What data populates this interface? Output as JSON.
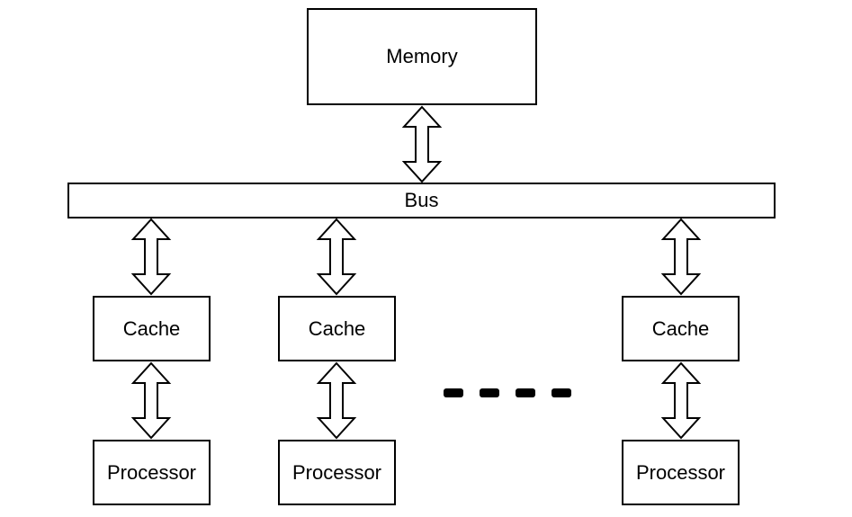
{
  "diagram": {
    "memory": {
      "label": "Memory"
    },
    "bus": {
      "label": "Bus"
    },
    "nodes": [
      {
        "cache_label": "Cache",
        "processor_label": "Processor"
      },
      {
        "cache_label": "Cache",
        "processor_label": "Processor"
      },
      {
        "cache_label": "Cache",
        "processor_label": "Processor"
      }
    ],
    "ellipsis_dashes": 4
  }
}
